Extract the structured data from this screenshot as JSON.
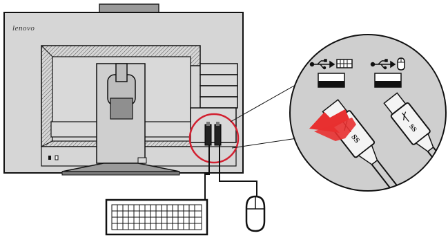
{
  "monitor": {
    "brand_logo": "lenovo"
  },
  "zoom_panel": {
    "usb_symbols": [
      "usb-icon",
      "usb-icon"
    ],
    "port_device_icons": [
      "keyboard-icon",
      "mouse-icon"
    ],
    "cable_plug_markings": [
      "SS",
      "SS"
    ],
    "cable_plug_symbols": [
      "usb-superspeed-icon",
      "usb-superspeed-icon"
    ],
    "direction_arrow": "insert-arrow-icon"
  },
  "peripherals": [
    "keyboard-icon",
    "mouse-icon"
  ],
  "colors": {
    "highlight_ring": "#d22030",
    "insert_arrow": "#e83030",
    "panel_fill": "#cfcfcf",
    "monitor_fill": "#d6d6d6",
    "line": "#111111"
  }
}
